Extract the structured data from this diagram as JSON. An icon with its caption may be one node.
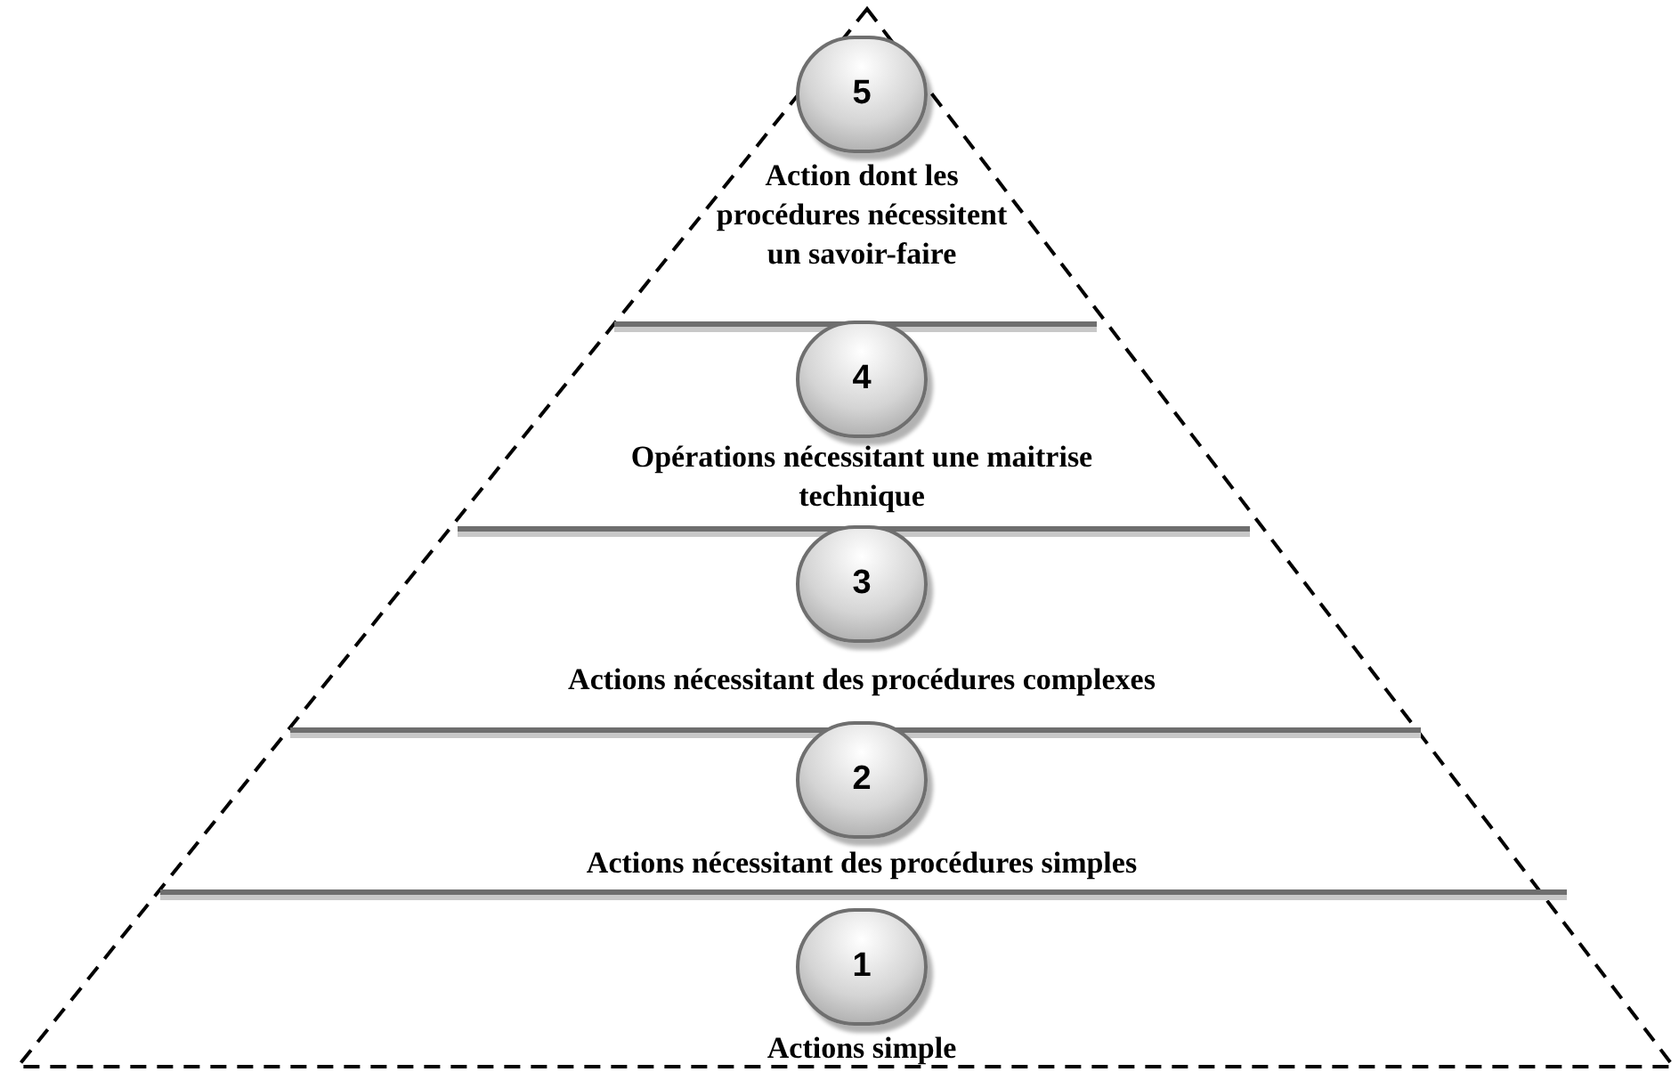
{
  "diagram": {
    "nodes": [
      {
        "text": [
          "5"
        ],
        "beside": [
          "Action dont les procédures nécessitent un savoir-faire"
        ]
      },
      {
        "text": [
          "4"
        ],
        "beside": [
          "Opérations nécessitant une maitrise technique"
        ]
      },
      {
        "text": [
          "3"
        ],
        "beside": [
          "Actions nécessitant des procédures complexes"
        ]
      },
      {
        "text": [
          "2"
        ],
        "beside": [
          "Actions nécessitant des procédures simples"
        ]
      },
      {
        "text": [
          "1"
        ],
        "beside": [
          "Actions simple"
        ]
      }
    ]
  }
}
